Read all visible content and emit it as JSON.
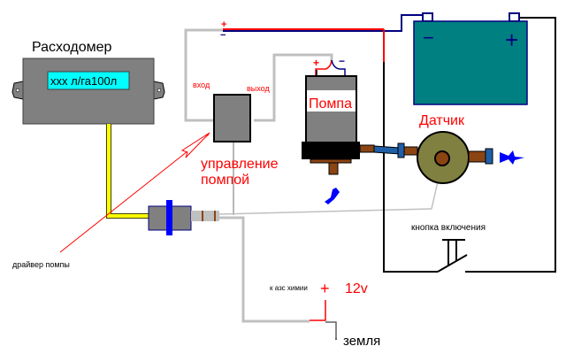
{
  "diagram": {
    "title": "Pump control wiring diagram",
    "flowmeter": {
      "label": "Расходомер",
      "display": "ххх л/га100л"
    },
    "control": {
      "input_label": "вход",
      "output_label": "выход",
      "caption_line1": "управление",
      "caption_line2": "помпой"
    },
    "pump": {
      "label": "Помпа",
      "plus": "+",
      "minus": "−"
    },
    "sensor": {
      "label": "Датчик"
    },
    "battery": {
      "minus": "−",
      "plus": "+"
    },
    "wire_polarity": {
      "plus": "+",
      "minus": "−"
    },
    "switch": {
      "label": "кнопка включения"
    },
    "driver": {
      "label": "драйвер помпы"
    },
    "power": {
      "source_label": "к азс химии",
      "plus": "+",
      "voltage": "12v",
      "ground_label": "земля"
    },
    "colors": {
      "device_gray": "#808080",
      "display_cyan": "#00ffff",
      "battery_teal": "#008080",
      "label_red": "#ff0000",
      "wire_gray": "#c0c0c0",
      "wire_yellow": "#ffff00",
      "wire_navy": "#000080",
      "sensor_olive": "#808040",
      "brass": "#8b4513",
      "flow_blue": "#0000ff"
    }
  }
}
